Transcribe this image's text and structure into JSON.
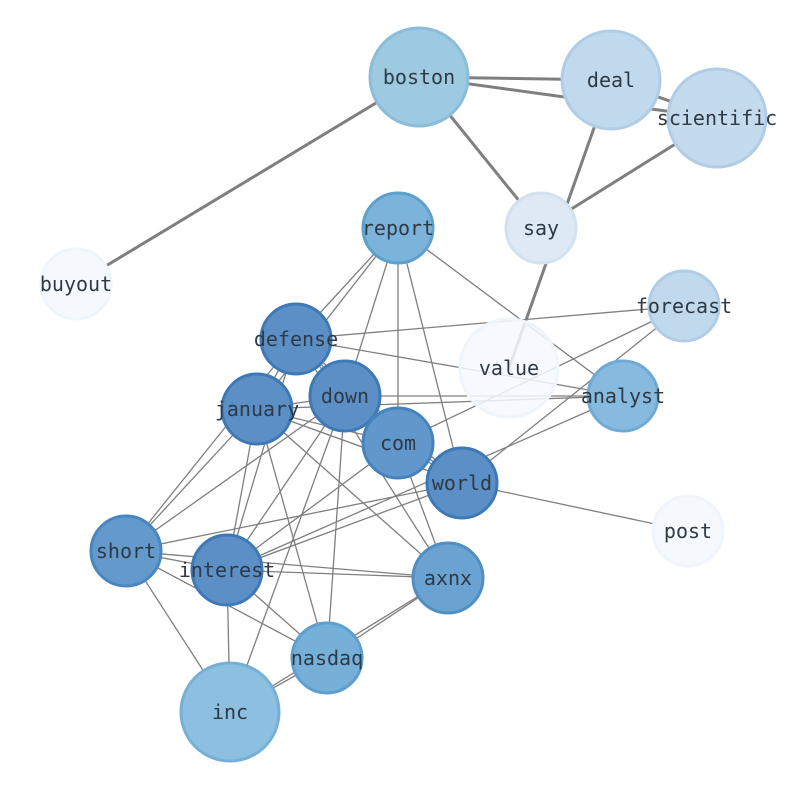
{
  "graph": {
    "nodes": [
      {
        "id": "boston",
        "label": "boston",
        "fill": "#9ecae1",
        "stroke": "#8bbcd9",
        "opacity": 1.0
      },
      {
        "id": "deal",
        "label": "deal",
        "fill": "#c0d9ec",
        "stroke": "#b0cde5",
        "opacity": 1.0
      },
      {
        "id": "scientific",
        "label": "scientific",
        "fill": "#c4dbee",
        "stroke": "#b0cde5",
        "opacity": 1.0
      },
      {
        "id": "say",
        "label": "say",
        "fill": "#dfe9f5",
        "stroke": "#d2e1f0",
        "opacity": 1.0
      },
      {
        "id": "report",
        "label": "report",
        "fill": "#7bb3da",
        "stroke": "#5d9fcd",
        "opacity": 1.0
      },
      {
        "id": "buyout",
        "label": "buyout",
        "fill": "#f5f9fe",
        "stroke": "#eef5fc",
        "opacity": 1.0
      },
      {
        "id": "forecast",
        "label": "forecast",
        "fill": "#c0d9ec",
        "stroke": "#b0cde5",
        "opacity": 1.0
      },
      {
        "id": "defense",
        "label": "defense",
        "fill": "#5b8fc6",
        "stroke": "#3d79b5",
        "opacity": 1.0
      },
      {
        "id": "value",
        "label": "value",
        "fill": "#f5f9fe",
        "stroke": "#eef5fc",
        "opacity": 0.85
      },
      {
        "id": "down",
        "label": "down",
        "fill": "#5b8fc6",
        "stroke": "#3d79b5",
        "opacity": 1.0
      },
      {
        "id": "january",
        "label": "january",
        "fill": "#5b8fc6",
        "stroke": "#3d79b5",
        "opacity": 1.0
      },
      {
        "id": "analyst",
        "label": "analyst",
        "fill": "#86bade",
        "stroke": "#6eaad5",
        "opacity": 1.0
      },
      {
        "id": "com",
        "label": "com",
        "fill": "#6197cb",
        "stroke": "#4483bd",
        "opacity": 1.0
      },
      {
        "id": "world",
        "label": "world",
        "fill": "#5b8fc6",
        "stroke": "#3d79b5",
        "opacity": 1.0
      },
      {
        "id": "post",
        "label": "post",
        "fill": "#f5f9fe",
        "stroke": "#eef5fc",
        "opacity": 1.0
      },
      {
        "id": "short",
        "label": "short",
        "fill": "#6499cc",
        "stroke": "#4886bf",
        "opacity": 1.0
      },
      {
        "id": "interest",
        "label": "interest",
        "fill": "#5b8fc6",
        "stroke": "#3d79b5",
        "opacity": 1.0
      },
      {
        "id": "axnx",
        "label": "axnx",
        "fill": "#6aa2d2",
        "stroke": "#4f8fc4",
        "opacity": 1.0
      },
      {
        "id": "nasdaq",
        "label": "nasdaq",
        "fill": "#76afd8",
        "stroke": "#5d9fcd",
        "opacity": 1.0
      },
      {
        "id": "inc",
        "label": "inc",
        "fill": "#8dbfe0",
        "stroke": "#76b0d8",
        "opacity": 1.0
      }
    ],
    "edges": [
      {
        "source": "boston",
        "target": "deal",
        "weight": "heavy"
      },
      {
        "source": "boston",
        "target": "scientific",
        "weight": "heavy"
      },
      {
        "source": "boston",
        "target": "say",
        "weight": "heavy"
      },
      {
        "source": "boston",
        "target": "buyout",
        "weight": "heavy"
      },
      {
        "source": "deal",
        "target": "scientific",
        "weight": "heavy"
      },
      {
        "source": "deal",
        "target": "value",
        "weight": "heavy"
      },
      {
        "source": "scientific",
        "target": "say",
        "weight": "heavy"
      },
      {
        "source": "report",
        "target": "defense",
        "weight": "light"
      },
      {
        "source": "report",
        "target": "january",
        "weight": "light"
      },
      {
        "source": "report",
        "target": "down",
        "weight": "light"
      },
      {
        "source": "report",
        "target": "com",
        "weight": "light"
      },
      {
        "source": "report",
        "target": "world",
        "weight": "light"
      },
      {
        "source": "report",
        "target": "analyst",
        "weight": "light"
      },
      {
        "source": "defense",
        "target": "forecast",
        "weight": "light"
      },
      {
        "source": "defense",
        "target": "analyst",
        "weight": "light"
      },
      {
        "source": "defense",
        "target": "down",
        "weight": "light"
      },
      {
        "source": "defense",
        "target": "january",
        "weight": "light"
      },
      {
        "source": "defense",
        "target": "com",
        "weight": "light"
      },
      {
        "source": "defense",
        "target": "world",
        "weight": "light"
      },
      {
        "source": "defense",
        "target": "short",
        "weight": "light"
      },
      {
        "source": "defense",
        "target": "interest",
        "weight": "light"
      },
      {
        "source": "defense",
        "target": "axnx",
        "weight": "light"
      },
      {
        "source": "down",
        "target": "january",
        "weight": "light"
      },
      {
        "source": "down",
        "target": "com",
        "weight": "light"
      },
      {
        "source": "down",
        "target": "world",
        "weight": "light"
      },
      {
        "source": "down",
        "target": "short",
        "weight": "light"
      },
      {
        "source": "down",
        "target": "interest",
        "weight": "light"
      },
      {
        "source": "down",
        "target": "nasdaq",
        "weight": "light"
      },
      {
        "source": "down",
        "target": "inc",
        "weight": "light"
      },
      {
        "source": "down",
        "target": "analyst",
        "weight": "light"
      },
      {
        "source": "january",
        "target": "com",
        "weight": "light"
      },
      {
        "source": "january",
        "target": "world",
        "weight": "light"
      },
      {
        "source": "january",
        "target": "analyst",
        "weight": "light"
      },
      {
        "source": "january",
        "target": "short",
        "weight": "light"
      },
      {
        "source": "january",
        "target": "interest",
        "weight": "light"
      },
      {
        "source": "january",
        "target": "nasdaq",
        "weight": "light"
      },
      {
        "source": "january",
        "target": "axnx",
        "weight": "light"
      },
      {
        "source": "com",
        "target": "world",
        "weight": "light"
      },
      {
        "source": "com",
        "target": "forecast",
        "weight": "light"
      },
      {
        "source": "com",
        "target": "interest",
        "weight": "light"
      },
      {
        "source": "com",
        "target": "axnx",
        "weight": "light"
      },
      {
        "source": "world",
        "target": "post",
        "weight": "light"
      },
      {
        "source": "world",
        "target": "short",
        "weight": "light"
      },
      {
        "source": "world",
        "target": "interest",
        "weight": "light"
      },
      {
        "source": "world",
        "target": "forecast",
        "weight": "light"
      },
      {
        "source": "analyst",
        "target": "interest",
        "weight": "light"
      },
      {
        "source": "short",
        "target": "interest",
        "weight": "light"
      },
      {
        "source": "short",
        "target": "axnx",
        "weight": "light"
      },
      {
        "source": "short",
        "target": "nasdaq",
        "weight": "light"
      },
      {
        "source": "short",
        "target": "inc",
        "weight": "light"
      },
      {
        "source": "interest",
        "target": "axnx",
        "weight": "light"
      },
      {
        "source": "interest",
        "target": "nasdaq",
        "weight": "light"
      },
      {
        "source": "interest",
        "target": "inc",
        "weight": "light"
      },
      {
        "source": "axnx",
        "target": "nasdaq",
        "weight": "light"
      },
      {
        "source": "axnx",
        "target": "inc",
        "weight": "light"
      },
      {
        "source": "nasdaq",
        "target": "inc",
        "weight": "light"
      }
    ]
  }
}
